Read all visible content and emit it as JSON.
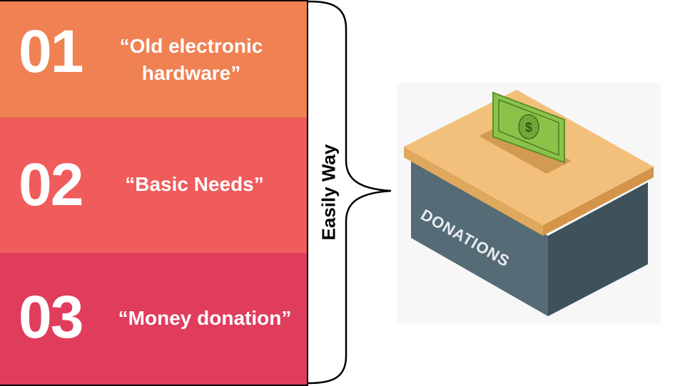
{
  "items": [
    {
      "number": "01",
      "label": "“Old electronic hardware”"
    },
    {
      "number": "02",
      "label": "“Basic Needs”"
    },
    {
      "number": "03",
      "label": "“Money donation”"
    }
  ],
  "brace_label": "Easily Way",
  "illustration": {
    "icon": "donation-box-icon",
    "box_text": "DONATIONS",
    "bill_symbol": "$"
  },
  "colors": {
    "row1": "#ef8153",
    "row2": "#f05b5b",
    "row3": "#e03d5d",
    "box_lid": "#f3c07c",
    "box_body": "#546872",
    "bill": "#8bc34a"
  }
}
